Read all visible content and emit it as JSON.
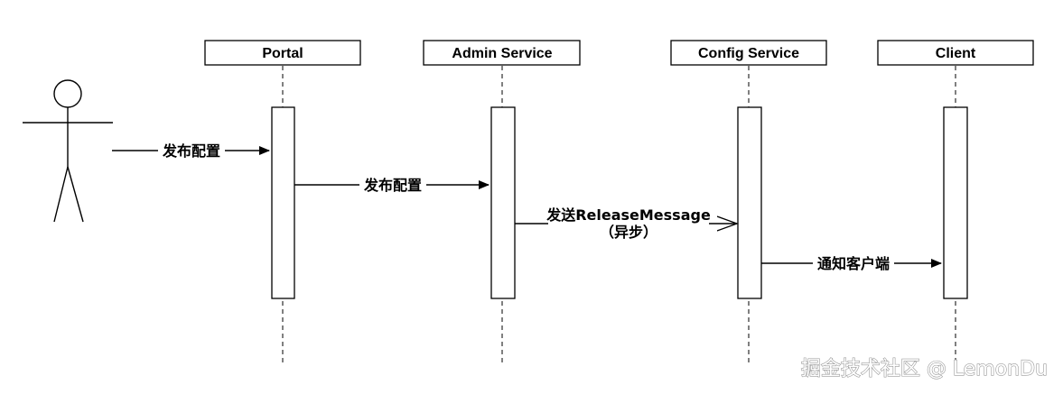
{
  "participants": [
    {
      "id": "portal",
      "label": "Portal"
    },
    {
      "id": "admin",
      "label": "Admin Service"
    },
    {
      "id": "config",
      "label": "Config Service"
    },
    {
      "id": "client",
      "label": "Client"
    }
  ],
  "messages": [
    {
      "id": "m1",
      "label": "发布配置"
    },
    {
      "id": "m2",
      "label": "发布配置"
    },
    {
      "id": "m3",
      "label_line1": "发送ReleaseMessage",
      "label_line2": "（异步）"
    },
    {
      "id": "m4",
      "label": "通知客户端"
    }
  ],
  "watermark": "掘金技术社区 @ LemonDu"
}
